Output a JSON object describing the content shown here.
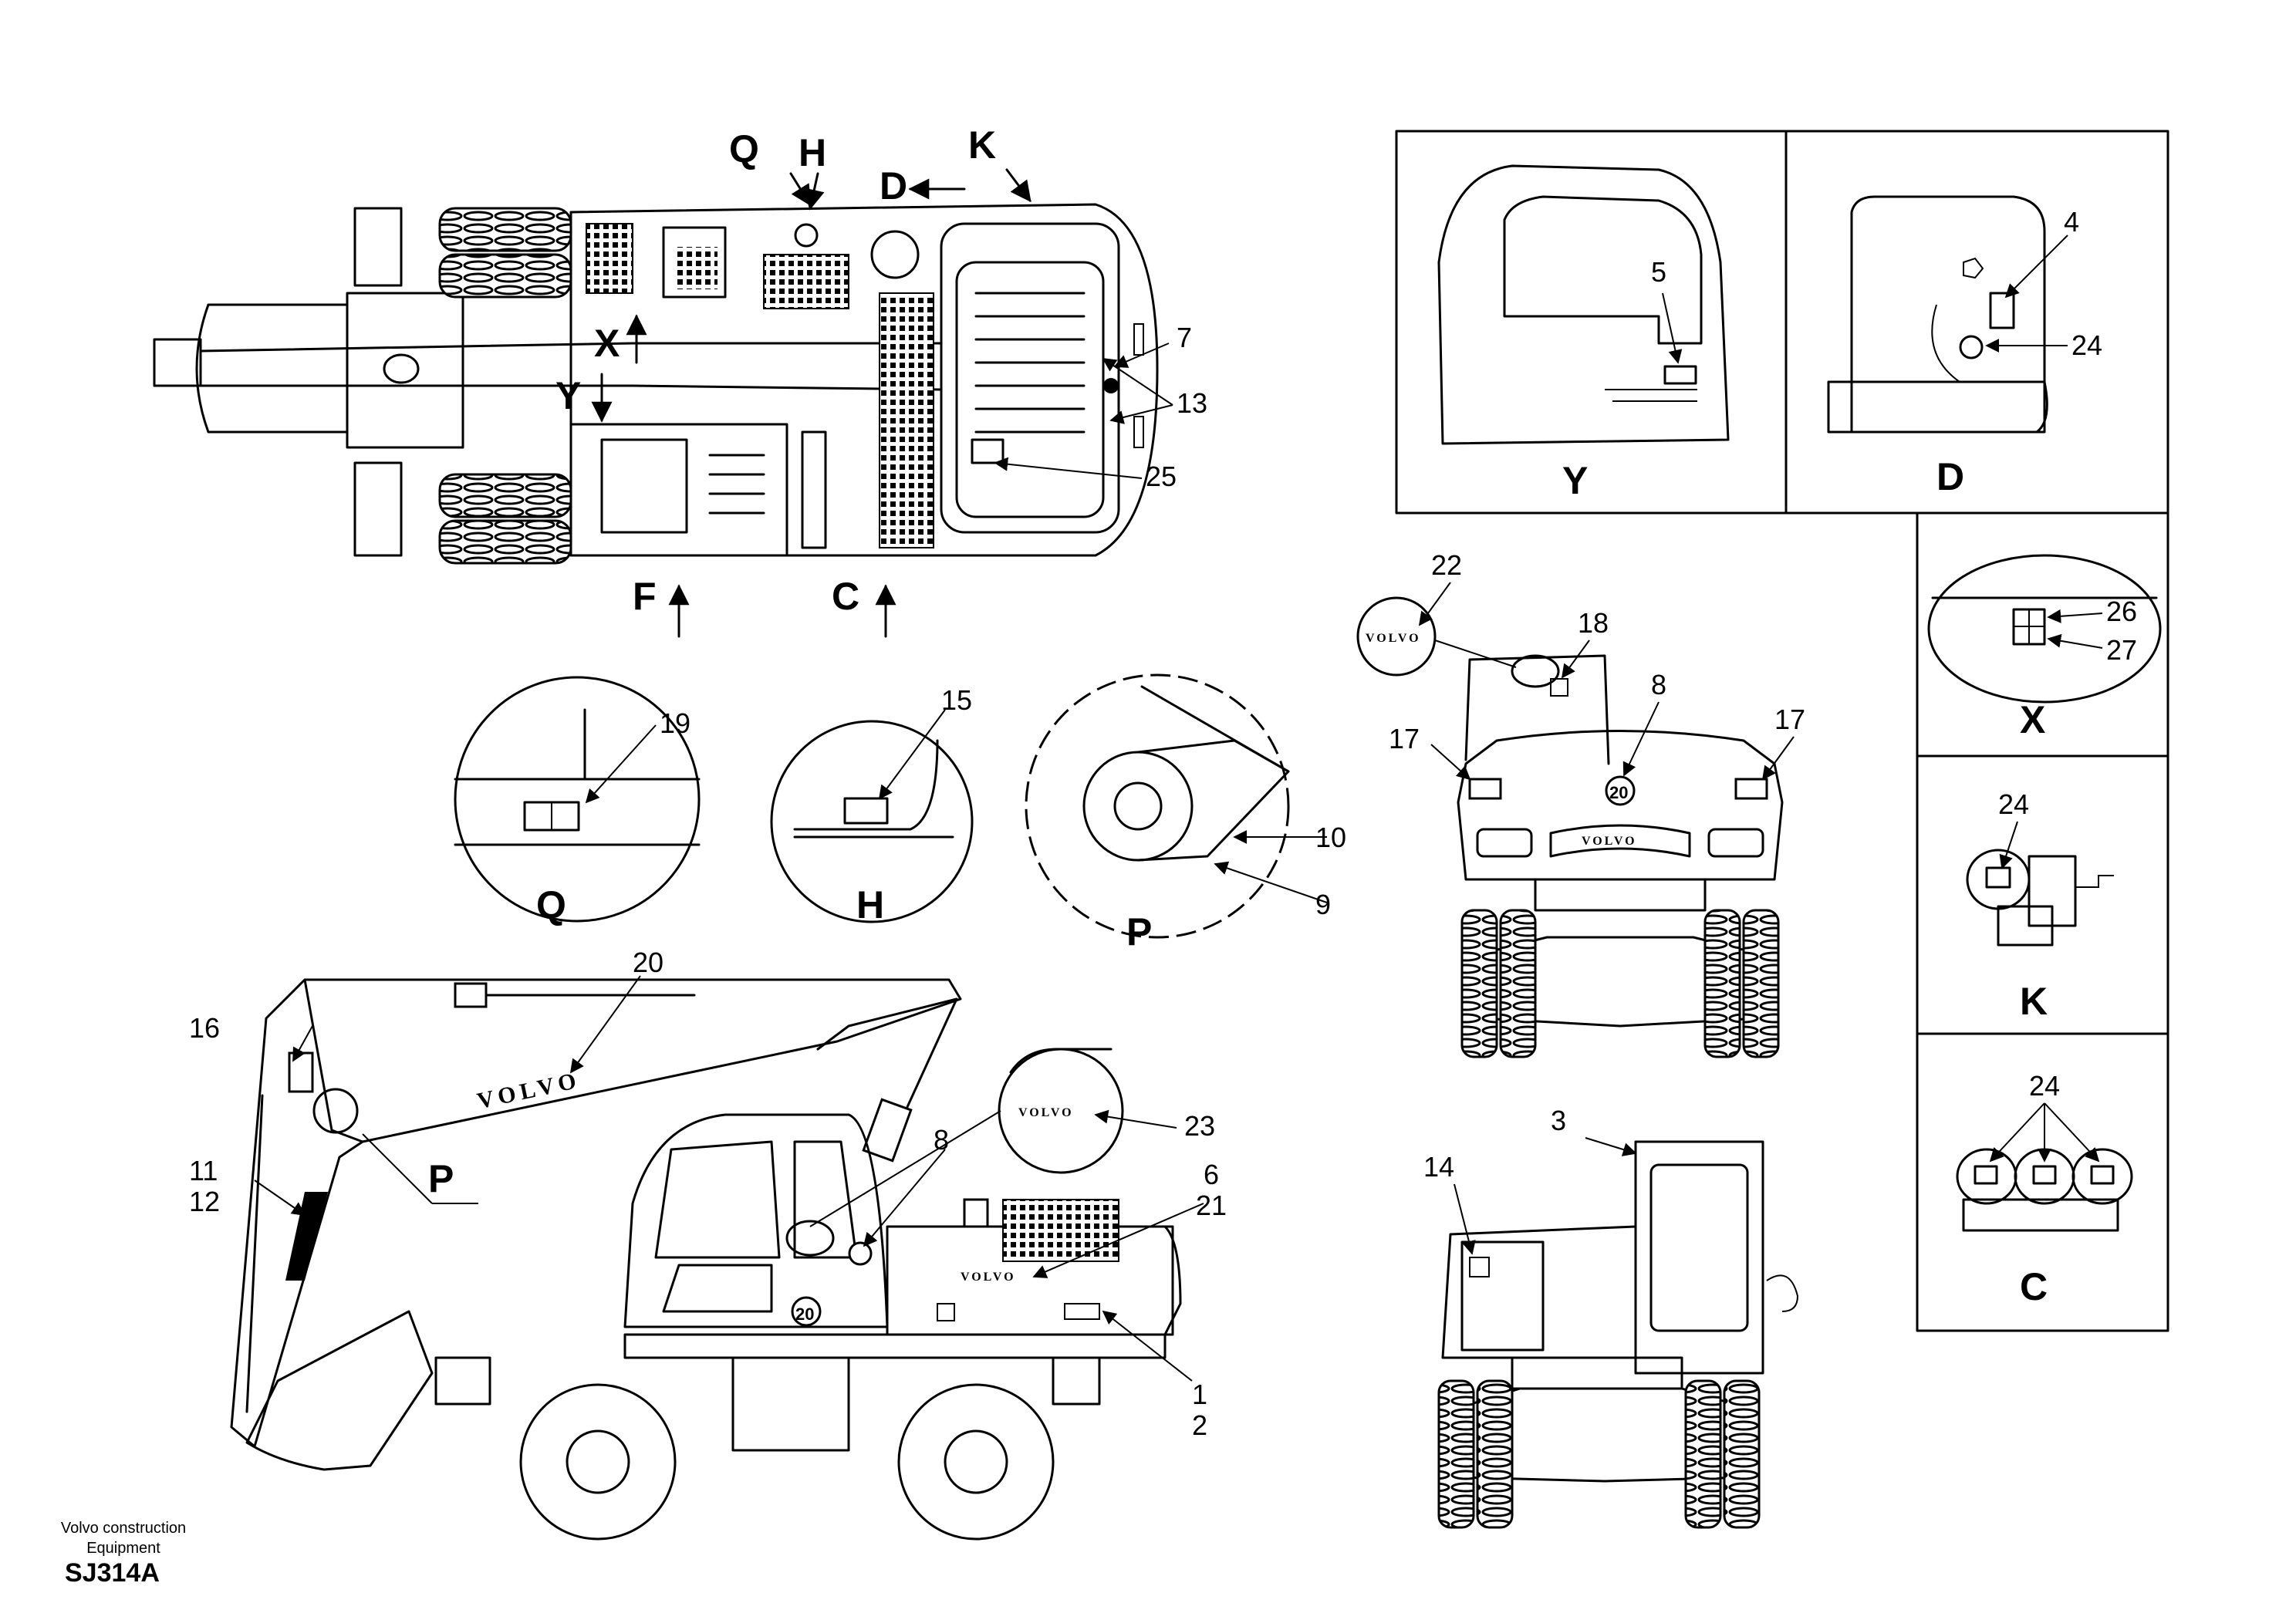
{
  "drawing": {
    "company_line1": "Volvo construction",
    "company_line2": "Equipment",
    "drawing_code": "SJ314A"
  },
  "brand": {
    "name": "VOLVO"
  },
  "views": {
    "top": {
      "arrows": {
        "q": "Q",
        "h": "H",
        "d": "D",
        "k": "K",
        "x": "X",
        "y": "Y",
        "f": "F",
        "c": "C"
      }
    },
    "detail_q": {
      "label": "Q"
    },
    "detail_h": {
      "label": "H"
    },
    "detail_p": {
      "label": "P"
    },
    "detail_y": {
      "label": "Y"
    },
    "detail_d": {
      "label": "D"
    },
    "detail_x": {
      "label": "X"
    },
    "detail_k": {
      "label": "K"
    },
    "detail_c": {
      "label": "C"
    },
    "side": {
      "p_callout": "P"
    }
  },
  "callouts": {
    "n1": "1",
    "n2": "2",
    "n3": "3",
    "n4": "4",
    "n5": "5",
    "n6": "6",
    "n7": "7",
    "n8a": "8",
    "n8b": "8",
    "n9": "9",
    "n10": "10",
    "n11": "11",
    "n12": "12",
    "n13": "13",
    "n14": "14",
    "n15": "15",
    "n16": "16",
    "n17a": "17",
    "n17b": "17",
    "n18": "18",
    "n19": "19",
    "n20": "20",
    "n21": "21",
    "n22": "22",
    "n23": "23",
    "n24a": "24",
    "n24b": "24",
    "n24c": "24",
    "n25": "25",
    "n26": "26",
    "n27": "27"
  },
  "badges": {
    "b20": "20"
  }
}
